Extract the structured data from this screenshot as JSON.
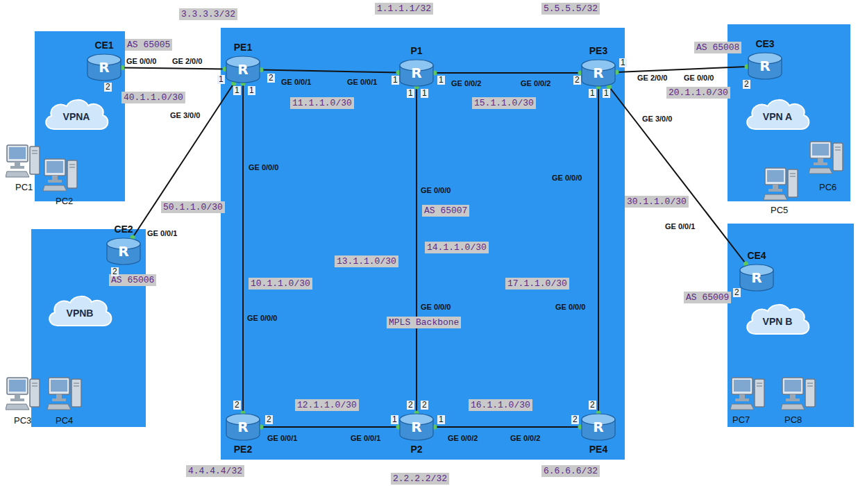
{
  "diagram": {
    "nodes": [
      {
        "text": [
          "CE1",
          "R"
        ]
      },
      {
        "text": [
          "VPNA"
        ]
      },
      {
        "text": [
          "CE2",
          "R"
        ]
      },
      {
        "text": [
          "VPNB"
        ]
      },
      {
        "text": [
          "PE1",
          "R"
        ]
      },
      {
        "text": [
          "P1",
          "R"
        ]
      },
      {
        "text": [
          "PE3",
          "R"
        ]
      },
      {
        "text": [
          "CE3",
          "R"
        ]
      },
      {
        "text": [
          "VPN A"
        ]
      },
      {
        "text": [
          "CE4",
          "R"
        ]
      },
      {
        "text": [
          "VPN B"
        ]
      },
      {
        "text": [
          "PE2",
          "R"
        ]
      },
      {
        "text": [
          "P2",
          "R"
        ]
      },
      {
        "text": [
          "PE4",
          "R"
        ]
      }
    ],
    "edges": [
      {
        "from": 0,
        "to": 4,
        "arrow": "none",
        "label": "40.1.1.0/30"
      },
      {
        "from": 2,
        "to": 4,
        "arrow": "none",
        "label": "50.1.1.0/30"
      },
      {
        "from": 4,
        "to": 5,
        "arrow": "none",
        "label": "11.1.1.0/30"
      },
      {
        "from": 5,
        "to": 6,
        "arrow": "none",
        "label": "15.1.1.0/30"
      },
      {
        "from": 6,
        "to": 7,
        "arrow": "none",
        "label": "20.1.1.0/30"
      },
      {
        "from": 6,
        "to": 9,
        "arrow": "none",
        "label": "30.1.1.0/30"
      },
      {
        "from": 4,
        "to": 11,
        "arrow": "none",
        "label": "10.1.1.0/30"
      },
      {
        "from": 5,
        "to": 12,
        "arrow": "none",
        "label": "14.1.1.0/30"
      },
      {
        "from": 11,
        "to": 12,
        "arrow": "none",
        "label": "12.1.1.0/30"
      },
      {
        "from": 12,
        "to": 13,
        "arrow": "none",
        "label": "16.1.1.0/30"
      },
      {
        "from": 6,
        "to": 13,
        "arrow": "none",
        "label": "17.1.1.0/30"
      }
    ],
    "labels": [
      "3.3.3.3/32",
      "1.1.1.1/32",
      "5.5.5.5/32",
      "4.4.4.4/32",
      "2.2.2.2/32",
      "6.6.6.6/32",
      "AS 65005",
      "AS 65006",
      "AS 65007",
      "AS 65008",
      "AS 65009",
      "MPLS Backbone",
      "13.1.1.0/30",
      "GE 0/0/0",
      "GE 2/0/0",
      "GE 0/0/1",
      "GE 0/0/1",
      "GE 0/0/2",
      "GE 0/0/2",
      "GE 2/0/0",
      "GE 0/0/0",
      "GE 3/0/0",
      "GE 3/0/0",
      "GE 0/0/0",
      "GE 0/0/0",
      "GE 0/0/1",
      "GE 0/0/0",
      "GE 0/0/0",
      "GE 0/0/0",
      "GE 0/0/0",
      "GE 0/0/1",
      "GE 0/0/1",
      "GE 0/0/2",
      "GE 0/0/2",
      "GE 0/0/1",
      "2",
      "1",
      "2",
      "1",
      "1",
      "1",
      "1",
      "1",
      "1",
      "2",
      "1",
      "1",
      "1",
      "2",
      "2",
      "2",
      "2",
      "2",
      "2",
      "2",
      "1",
      "1",
      "2",
      "2",
      "PC1",
      "PC2",
      "PC3",
      "PC4",
      "PC5",
      "PC6",
      "PC7",
      "PC8"
    ]
  }
}
